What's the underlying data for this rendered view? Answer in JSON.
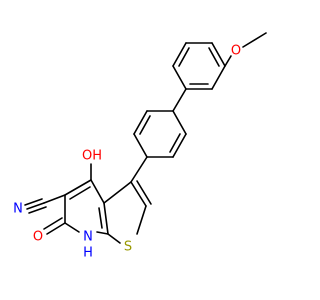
{
  "molecule": {
    "atom_colors": {
      "C": "#000000",
      "N": "#0000ff",
      "O": "#ff0000",
      "S": "#999900"
    },
    "labels": {
      "methoxy_o": "O",
      "hydroxy_oh": "OH",
      "nitrile_n": "N",
      "carbonyl_o": "O",
      "ring_nh": "N",
      "ring_nh_h": "H",
      "thiophene_s": "S"
    }
  }
}
